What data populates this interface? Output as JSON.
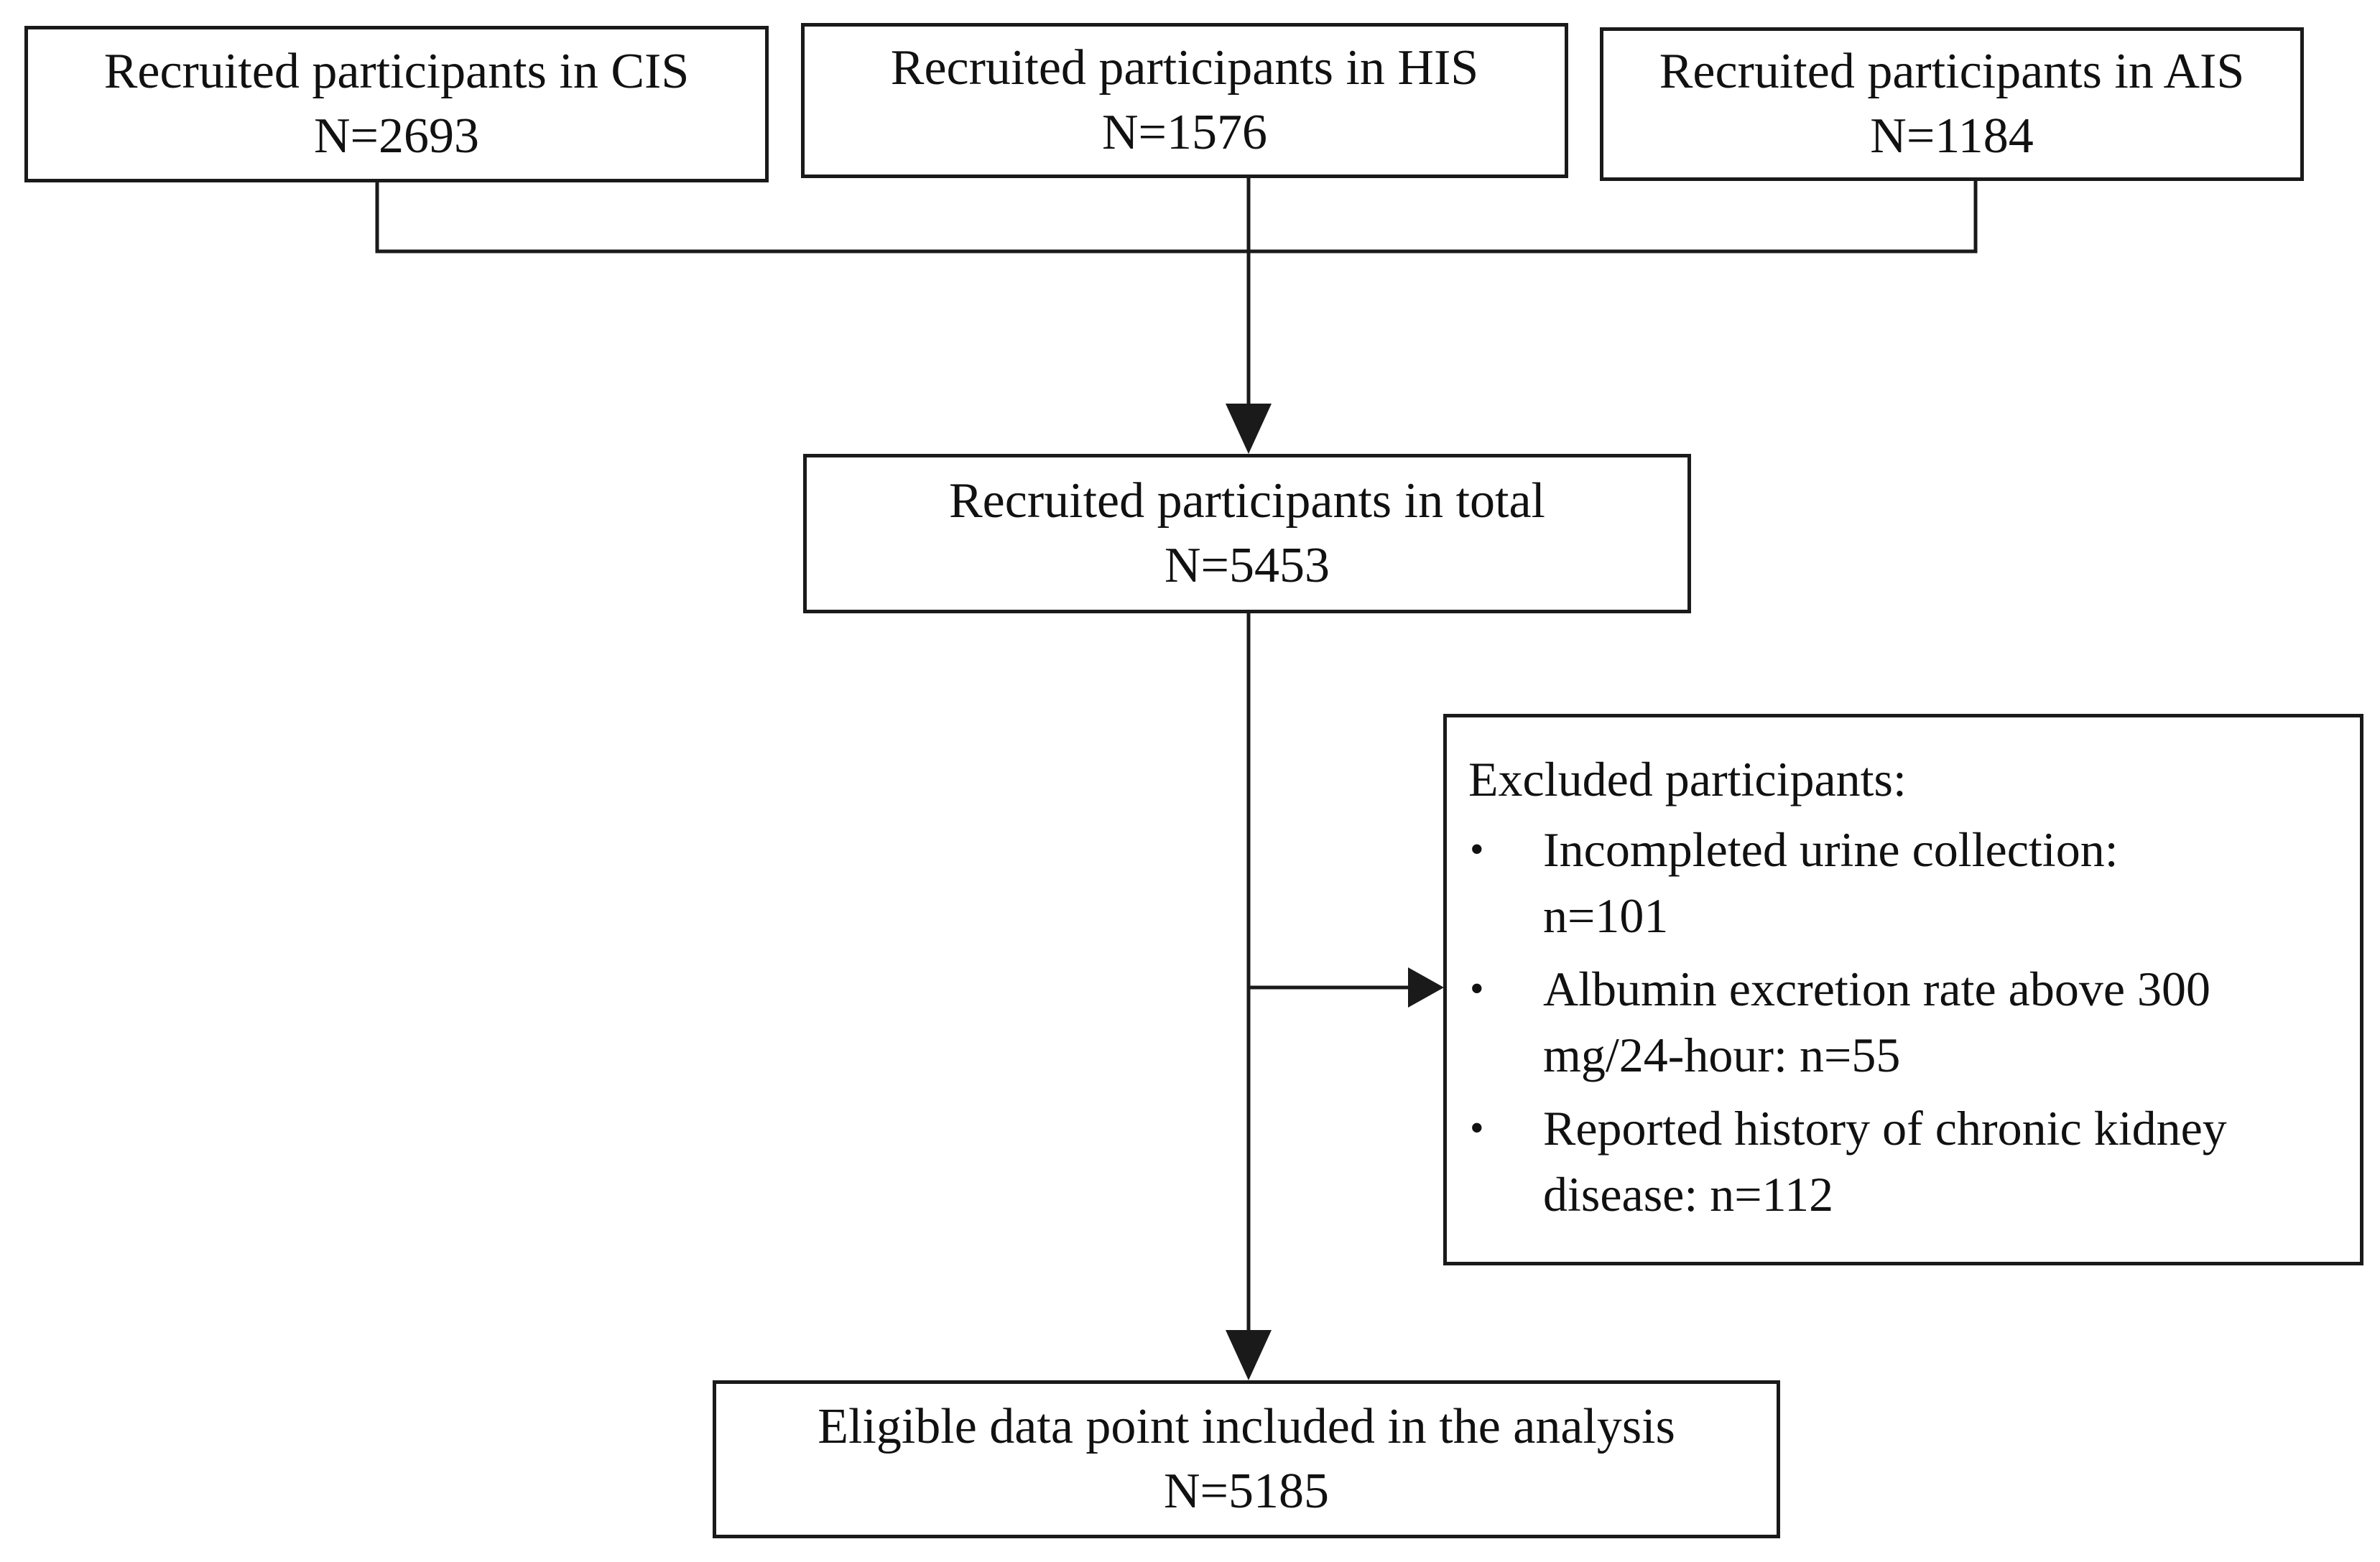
{
  "flowchart": {
    "top_boxes": [
      {
        "id": "cis",
        "title": "Recruited participants in CIS",
        "count": "N=2693"
      },
      {
        "id": "his",
        "title": "Recruited participants in HIS",
        "count": "N=1576"
      },
      {
        "id": "ais",
        "title": "Recruited participants in AIS",
        "count": "N=1184"
      }
    ],
    "total_box": {
      "title": "Recruited participants in total",
      "count": "N=5453"
    },
    "excluded_box": {
      "title": "Excluded participants:",
      "bullet_glyph": "•",
      "items": [
        {
          "line1": "Incompleted urine collection:",
          "line2": "n=101"
        },
        {
          "line1": "Albumin excretion rate above 300",
          "line2": "mg/24-hour: n=55"
        },
        {
          "line1": "Reported history of chronic kidney",
          "line2": "disease: n=112"
        }
      ]
    },
    "final_box": {
      "title": "Eligible data point included in the analysis",
      "count": "N=5185"
    }
  }
}
